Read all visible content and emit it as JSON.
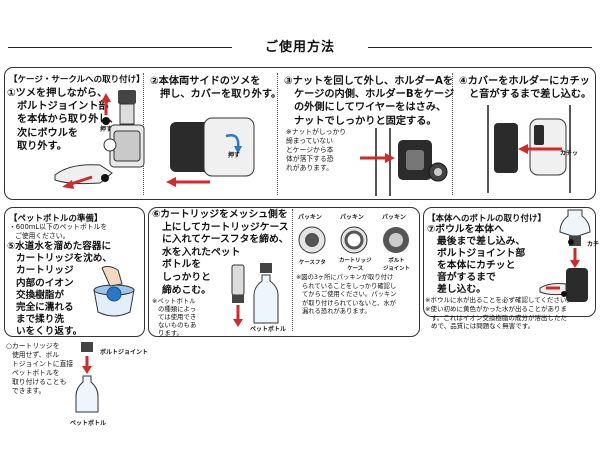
{
  "title": "ご使用方法",
  "top": {
    "section_title": "【ケージ・サークルへの取り付け】",
    "step1": [
      "①ツメを押しながら、",
      "ボルトジョイント部",
      "を本体から取り外し、",
      "次にボウルを",
      "取り外す。"
    ],
    "step1_push_label": "押す",
    "step2": [
      "②本体両サイドのツメを",
      "押し、カバーを取り外す。"
    ],
    "step2_push_label": "押す",
    "step3": [
      "③ナットを回して外し、ホルダーAを",
      "ケージの内側、ホルダーBをケージ",
      "の外側にしてワイヤーをはさみ、",
      "ナットでしっかりと固定する。"
    ],
    "step3_note": [
      "※ナットがしっかり",
      "締まっていない",
      "とケージから本",
      "体が落下する恐",
      "れがあります。"
    ],
    "step4": [
      "④カバーをホルダーにカチッ",
      "と音がするまで差し込む。"
    ],
    "step4_click_label": "カチッ"
  },
  "bottle": {
    "section_title": "【ペットボトルの準備】",
    "note": [
      "・600mL以下のペットボトルを",
      "ご使用ください。"
    ],
    "step5": [
      "⑤水道水を溜めた容器に",
      "カートリッジを沈め、",
      "カートリッジ",
      "内部のイオン",
      "交換樹脂が",
      "完全に濡れる",
      "まで揉り洗",
      "いをくり返す。"
    ],
    "cartridge_note": [
      "○カートリッジを",
      "使用せず、ボル",
      "トジョイントに直接",
      "ペットボトルを",
      "取り付けることも",
      "できます。"
    ],
    "bolt_joint_label": "ボルトジョイント",
    "pet_bottle_label": "ペットボトル"
  },
  "step6": {
    "text": [
      "⑥カートリッジをメッシュ側を",
      "上にしてカートリッジケース",
      "に入れてケースフタを締め、",
      "水を入れたペット",
      "ボトルを",
      "しっかりと",
      "締めこむ。"
    ],
    "note": [
      "※ペットボトル",
      "の種類によっ",
      "ては使用でき",
      "ないものもあ",
      "ります。"
    ],
    "pet_bottle_label": "ペットボトル",
    "packing_labels": [
      "パッキン",
      "パッキン",
      "パッキン"
    ],
    "part_labels": [
      "ケースフタ",
      "カートリッジ",
      "ケース",
      "ボルト",
      "ジョイント"
    ],
    "packing_note": [
      "※図の3ヶ所にパッキンが取り付け",
      "られていることをしっかり確認し",
      "てからご使用ください。パッキン",
      "が取り付けられていないと、水が",
      "漏れる恐れがあります。"
    ]
  },
  "attach": {
    "section_title": "【本体へのボトルの取り付け】",
    "step7": [
      "⑦ボウルを本体へ",
      "最後まで差し込み、",
      "ボルトジョイント部",
      "を本体にカチッと",
      "音がするまで",
      "差し込む。"
    ],
    "click_label": "カチ",
    "notes": [
      "※ボウルに水が出ることを必ず確認してください。",
      "※使い初めに黄色がかった水が出ることがありま",
      "す。これはイオン交換樹脂の成分が溶出したた",
      "めで、品質には問題なく無害です。"
    ]
  },
  "colors": {
    "arrow": "#d12a2a",
    "accent_blue": "#2a78c8",
    "device_dark": "#2b2b2b",
    "line": "#333333"
  }
}
